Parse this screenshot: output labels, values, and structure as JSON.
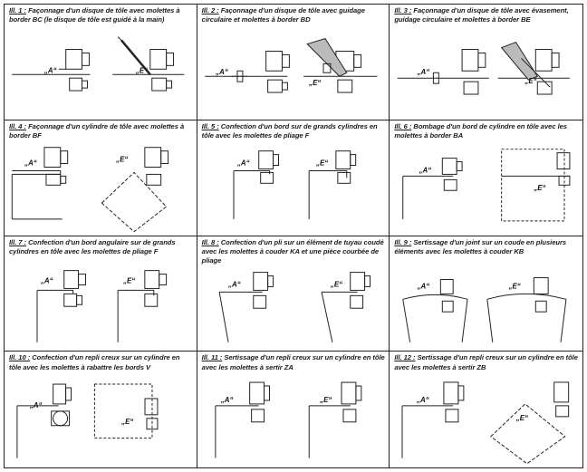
{
  "panels": [
    {
      "num": "Ill. 1 :",
      "caption": "Façonnage d'un disque de tôle avec molettes à border BC (le disque de tôle est guidé à la main)",
      "labels": [
        "„A“",
        "„E“"
      ]
    },
    {
      "num": "Ill. 2 :",
      "caption": "Façonnage d'un disque de tôle avec guidage circulaire et molettes à border BD",
      "labels": [
        "„A“",
        "„E“"
      ]
    },
    {
      "num": "Ill. 3 :",
      "caption": "Façonnage d'un disque de tôle avec évasement, guidage circulaire et molettes à border BE",
      "labels": [
        "„A“",
        "„E“"
      ]
    },
    {
      "num": "Ill. 4 :",
      "caption": "Façonnage d'un cylindre de tôle avec molettes à border BF",
      "labels": [
        "„A“",
        "„E“"
      ]
    },
    {
      "num": "Ill. 5 :",
      "caption": "Confection d'un bord sur de grands cylindres en tôle avec les molettes de pliage F",
      "labels": [
        "„A“",
        "„E“"
      ]
    },
    {
      "num": "Ill. 6 :",
      "caption": "Bombage d'un bord de cylindre en tôle avec les molettes à border BA",
      "labels": [
        "„A“",
        "„E“"
      ]
    },
    {
      "num": "Ill. 7 :",
      "caption": "Confection d'un bord angulaire sur de grands cylindres en tôle avec les molettes de pliage F",
      "labels": [
        "„A“",
        "„E“"
      ]
    },
    {
      "num": "Ill. 8 :",
      "caption": "Confection d'un pli sur un élément de tuyau coudé avec les molettes à couder KA et une pièce courbée de pliage",
      "labels": [
        "„A“",
        "„E“"
      ]
    },
    {
      "num": "Ill. 9 :",
      "caption": "Sertissage d'un joint sur un coude en plusieurs éléments avec les molettes à couder KB",
      "labels": [
        "„A“",
        "„E“"
      ]
    },
    {
      "num": "Ill. 10 :",
      "caption": "Confection d'un repli creux sur un cylindre en tôle avec les molettes à rabattre les bords V",
      "labels": [
        "„A“",
        "„E“"
      ]
    },
    {
      "num": "Ill. 11 :",
      "caption": "Sertissage d'un repli creux sur un cylindre en tôle avec les molettes à sertir ZA",
      "labels": [
        "„A“",
        "„E“"
      ]
    },
    {
      "num": "Ill. 12 :",
      "caption": "Sertissage d'un repli creux sur un cylindre en tôle avec les molettes à sertir ZB",
      "labels": [
        "„A“",
        "„E“"
      ]
    }
  ]
}
